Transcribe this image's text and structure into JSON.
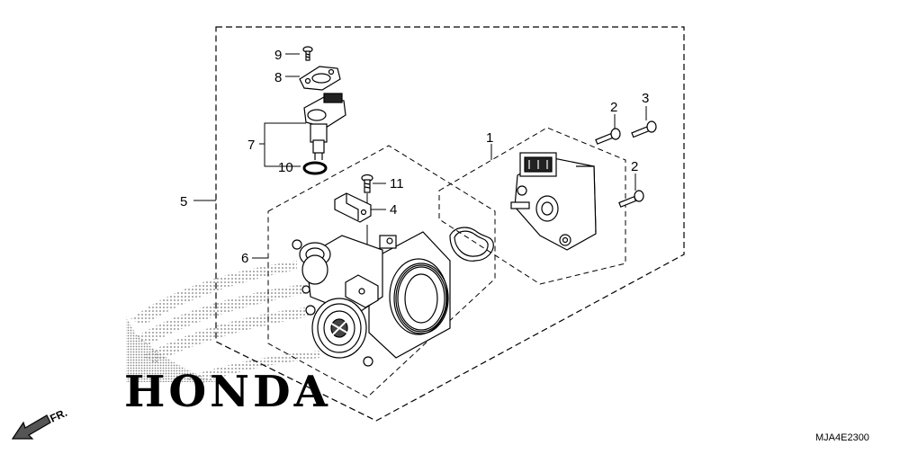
{
  "diagram": {
    "callouts": {
      "c1": "1",
      "c2a": "2",
      "c2b": "2",
      "c3": "3",
      "c4": "4",
      "c5": "5",
      "c6": "6",
      "c7": "7",
      "c8": "8",
      "c9": "9",
      "c10": "10",
      "c11": "11"
    },
    "direction_label": "FR.",
    "watermark": "HONDA",
    "diagram_code": "MJA4E2300"
  }
}
